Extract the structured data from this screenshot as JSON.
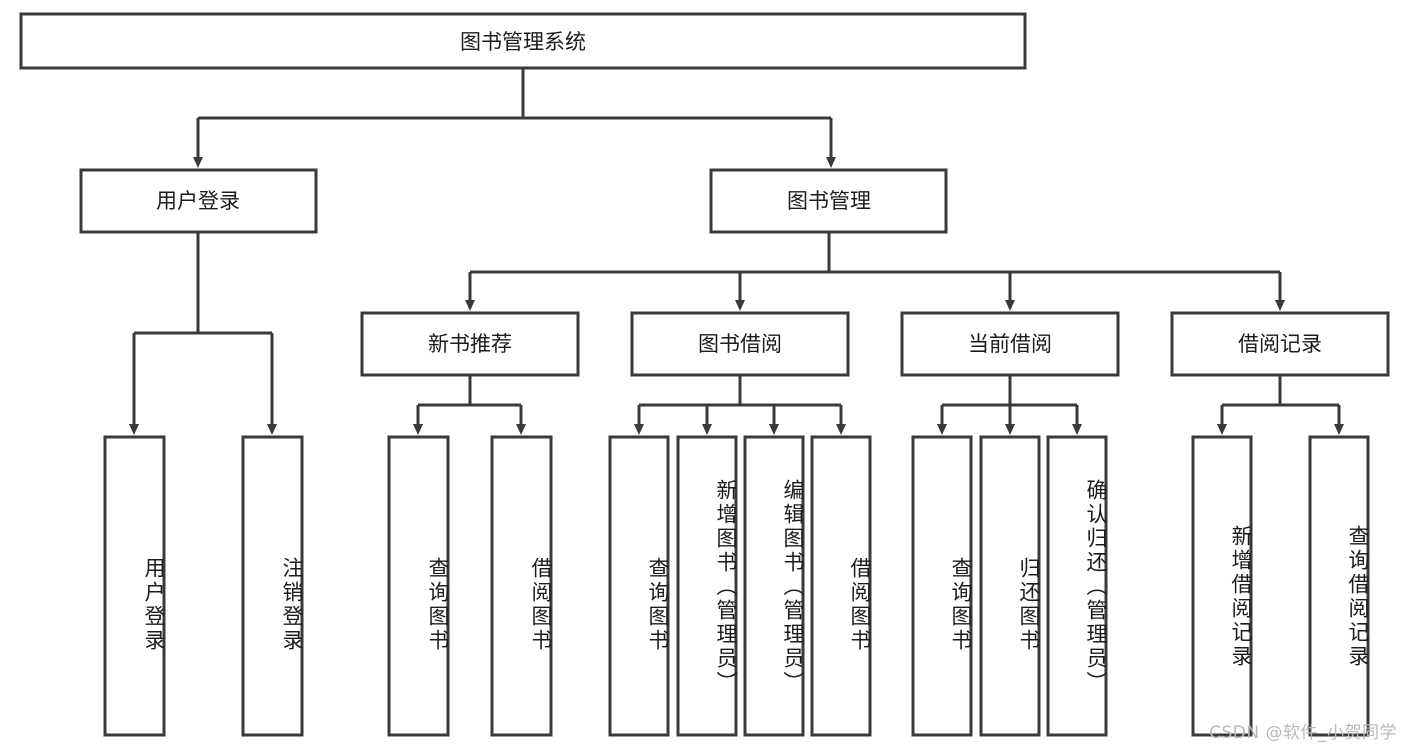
{
  "diagram": {
    "type": "tree",
    "title_node": {
      "label": "图书管理系统"
    },
    "level2": [
      {
        "id": "user-login",
        "label": "用户登录"
      },
      {
        "id": "book-management",
        "label": "图书管理"
      }
    ],
    "level3": [
      {
        "id": "new-book-recommend",
        "label": "新书推荐",
        "parent": "book-management"
      },
      {
        "id": "book-borrow",
        "label": "图书借阅",
        "parent": "book-management"
      },
      {
        "id": "current-borrow",
        "label": "当前借阅",
        "parent": "book-management"
      },
      {
        "id": "borrow-record",
        "label": "借阅记录",
        "parent": "book-management"
      }
    ],
    "leaves": [
      {
        "id": "leaf-user-login",
        "label": "用户登录",
        "parent": "user-login"
      },
      {
        "id": "leaf-logout-login",
        "label": "注销登录",
        "parent": "user-login"
      },
      {
        "id": "leaf-query-book-1",
        "label": "查询图书",
        "parent": "new-book-recommend"
      },
      {
        "id": "leaf-borrow-book-1",
        "label": "借阅图书",
        "parent": "new-book-recommend"
      },
      {
        "id": "leaf-query-book-2",
        "label": "查询图书",
        "parent": "book-borrow"
      },
      {
        "id": "leaf-add-book",
        "label": "新增图书（管理员）",
        "parent": "book-borrow"
      },
      {
        "id": "leaf-edit-book",
        "label": "编辑图书（管理员）",
        "parent": "book-borrow"
      },
      {
        "id": "leaf-borrow-book-2",
        "label": "借阅图书",
        "parent": "book-borrow"
      },
      {
        "id": "leaf-query-book-3",
        "label": "查询图书",
        "parent": "current-borrow"
      },
      {
        "id": "leaf-return-book",
        "label": "归还图书",
        "parent": "current-borrow"
      },
      {
        "id": "leaf-confirm-return",
        "label": "确认归还（管理员）",
        "parent": "current-borrow"
      },
      {
        "id": "leaf-add-record",
        "label": "新增借阅记录",
        "parent": "borrow-record"
      },
      {
        "id": "leaf-query-record",
        "label": "查询借阅记录",
        "parent": "borrow-record"
      }
    ],
    "colors": {
      "stroke": "#3a3a3a",
      "fill": "#ffffff",
      "text": "#1c1c1c",
      "watermark": "#b9b9b9"
    }
  },
  "watermark": {
    "text": "CSDN @软件_小贺同学"
  }
}
